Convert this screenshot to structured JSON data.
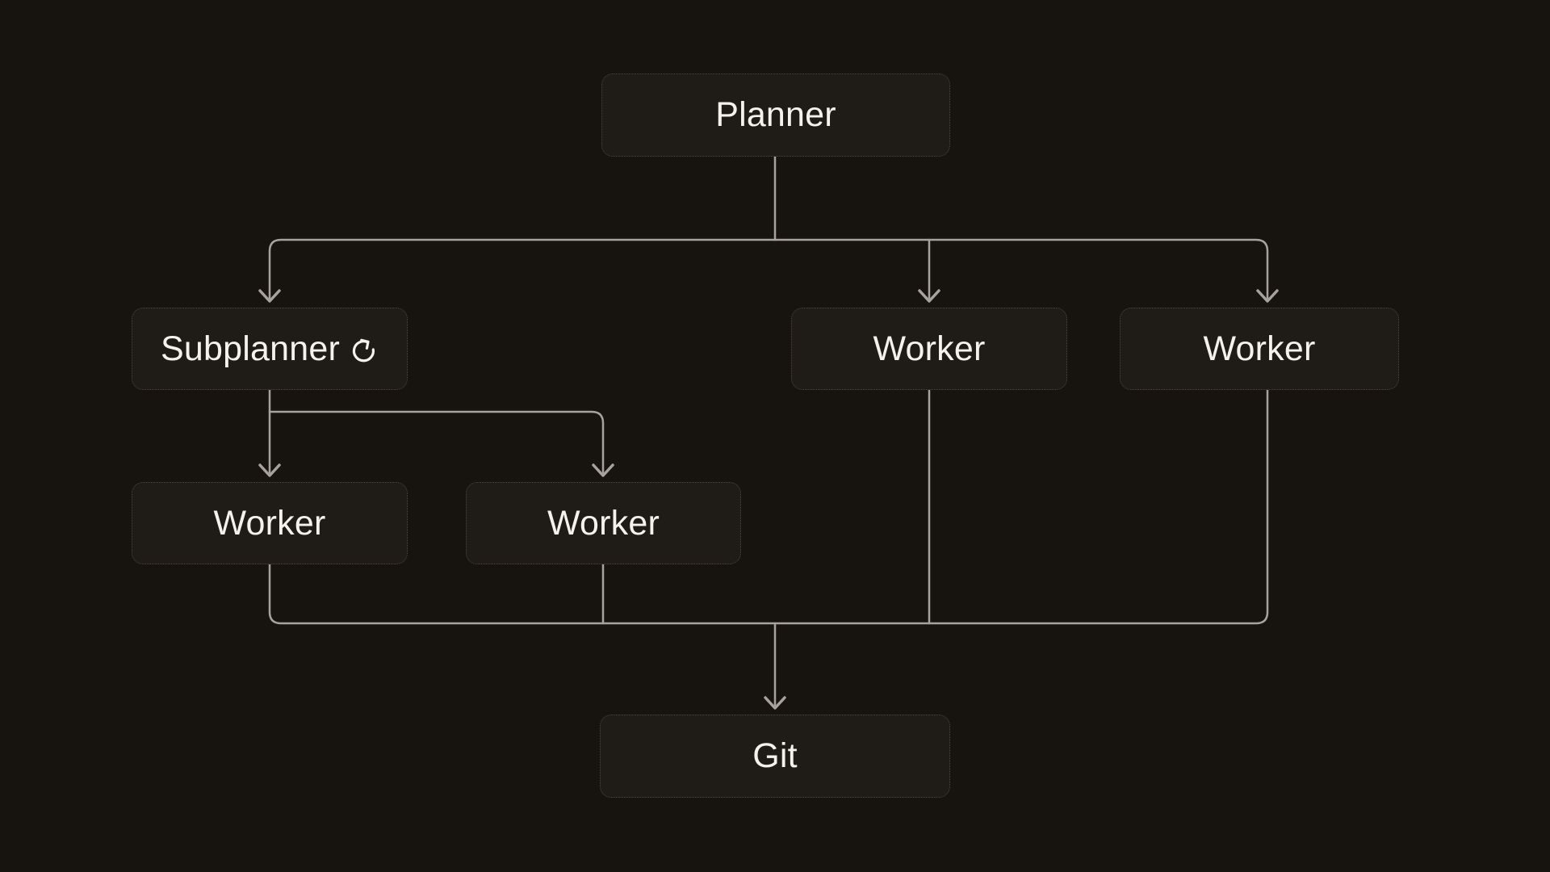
{
  "canvas": {
    "background": "#17140f"
  },
  "colors": {
    "node_background": "#1f1c17",
    "node_border": "#4c463e",
    "edge": "#a7a39c",
    "text": "#f4f2ee"
  },
  "nodes": [
    {
      "id": "planner",
      "label": "Planner"
    },
    {
      "id": "subplanner",
      "label": "Subplanner",
      "icon": "refresh-icon",
      "icon_glyph": "↻"
    },
    {
      "id": "worker-top-middle",
      "label": "Worker"
    },
    {
      "id": "worker-top-right",
      "label": "Worker"
    },
    {
      "id": "worker-bottom-left",
      "label": "Worker"
    },
    {
      "id": "worker-bottom-middle",
      "label": "Worker"
    },
    {
      "id": "git",
      "label": "Git"
    }
  ],
  "edges": [
    {
      "from": "planner",
      "to": "subplanner"
    },
    {
      "from": "planner",
      "to": "worker-top-middle"
    },
    {
      "from": "planner",
      "to": "worker-top-right"
    },
    {
      "from": "subplanner",
      "to": "worker-bottom-left"
    },
    {
      "from": "subplanner",
      "to": "worker-bottom-middle"
    },
    {
      "from": "worker-bottom-left",
      "to": "git"
    },
    {
      "from": "worker-bottom-middle",
      "to": "git"
    },
    {
      "from": "worker-top-middle",
      "to": "git"
    },
    {
      "from": "worker-top-right",
      "to": "git"
    }
  ]
}
